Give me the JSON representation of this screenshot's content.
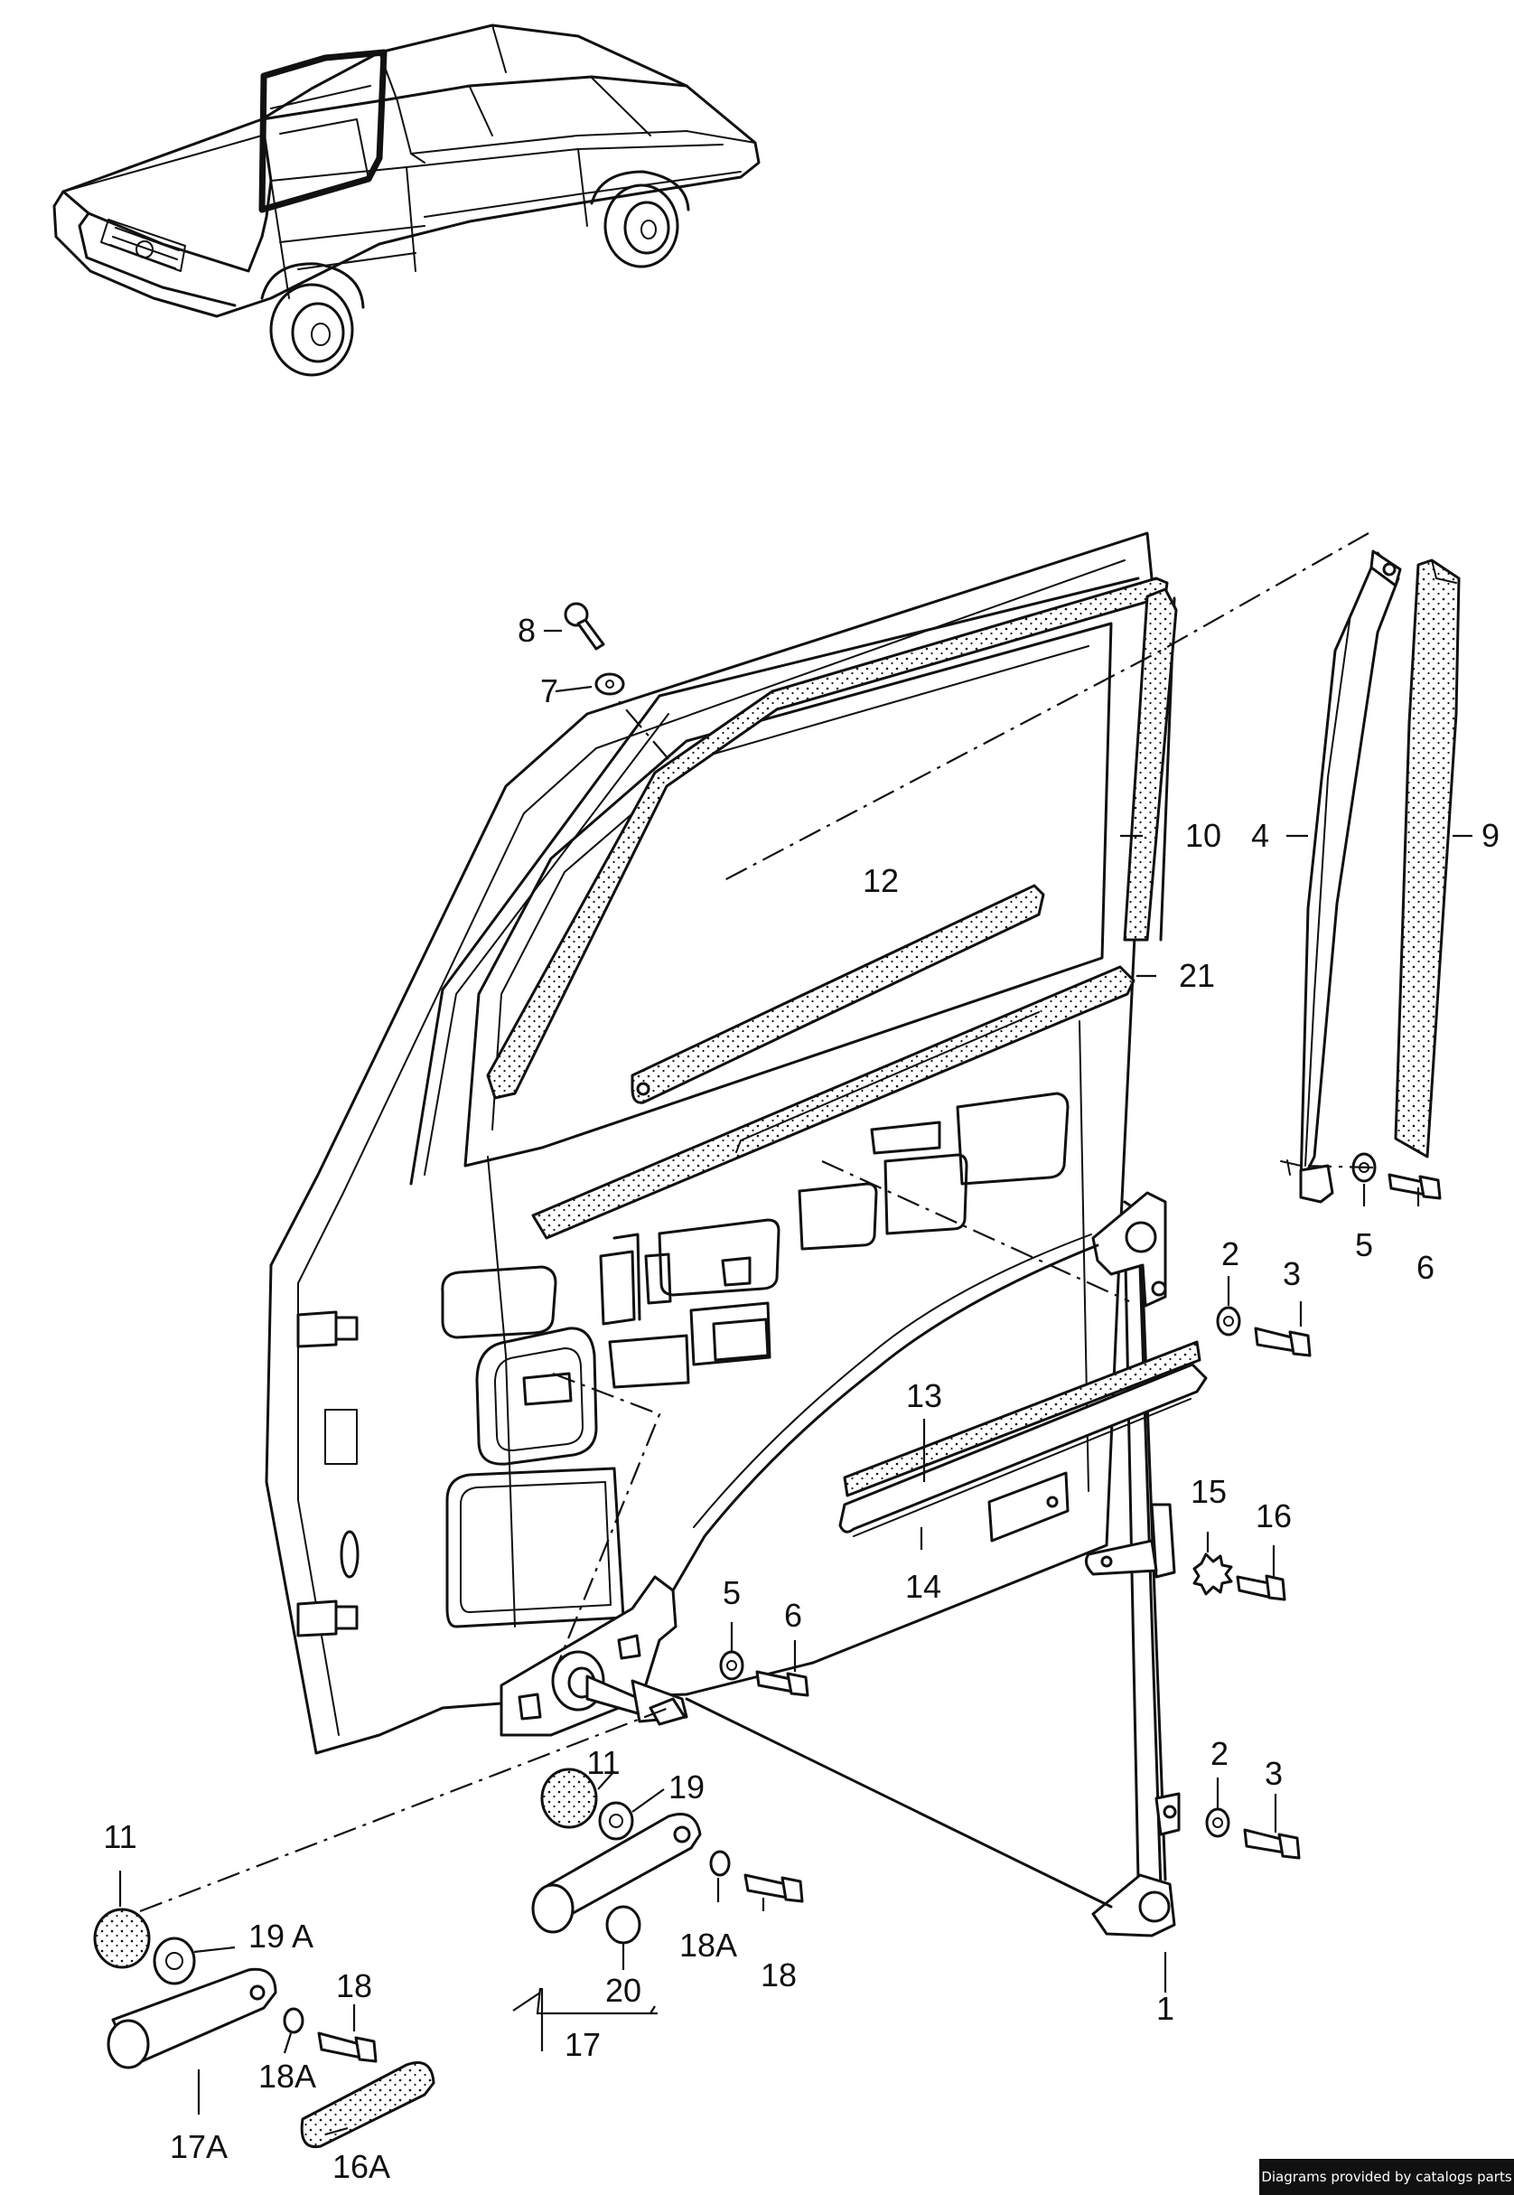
{
  "diagram": {
    "callouts": [
      {
        "id": "c1",
        "label": "1"
      },
      {
        "id": "c2a",
        "label": "2"
      },
      {
        "id": "c2b",
        "label": "2"
      },
      {
        "id": "c3a",
        "label": "3"
      },
      {
        "id": "c3b",
        "label": "3"
      },
      {
        "id": "c4",
        "label": "4"
      },
      {
        "id": "c5a",
        "label": "5"
      },
      {
        "id": "c5b",
        "label": "5"
      },
      {
        "id": "c6a",
        "label": "6"
      },
      {
        "id": "c6b",
        "label": "6"
      },
      {
        "id": "c7",
        "label": "7"
      },
      {
        "id": "c8",
        "label": "8"
      },
      {
        "id": "c9",
        "label": "9"
      },
      {
        "id": "c10",
        "label": "10"
      },
      {
        "id": "c11a",
        "label": "11"
      },
      {
        "id": "c11b",
        "label": "11"
      },
      {
        "id": "c12",
        "label": "12"
      },
      {
        "id": "c13",
        "label": "13"
      },
      {
        "id": "c14",
        "label": "14"
      },
      {
        "id": "c15",
        "label": "15"
      },
      {
        "id": "c16",
        "label": "16"
      },
      {
        "id": "c16A",
        "label": "16A"
      },
      {
        "id": "c17",
        "label": "17"
      },
      {
        "id": "c17A",
        "label": "17A"
      },
      {
        "id": "c18a",
        "label": "18"
      },
      {
        "id": "c18b",
        "label": "18"
      },
      {
        "id": "c18Aa",
        "label": "18A"
      },
      {
        "id": "c18Ab",
        "label": "18A"
      },
      {
        "id": "c19",
        "label": "19"
      },
      {
        "id": "c19A",
        "label": "19 A"
      },
      {
        "id": "c20",
        "label": "20"
      },
      {
        "id": "c21",
        "label": "21"
      }
    ]
  },
  "footer": {
    "credit": "Diagrams provided by catalogs parts"
  }
}
